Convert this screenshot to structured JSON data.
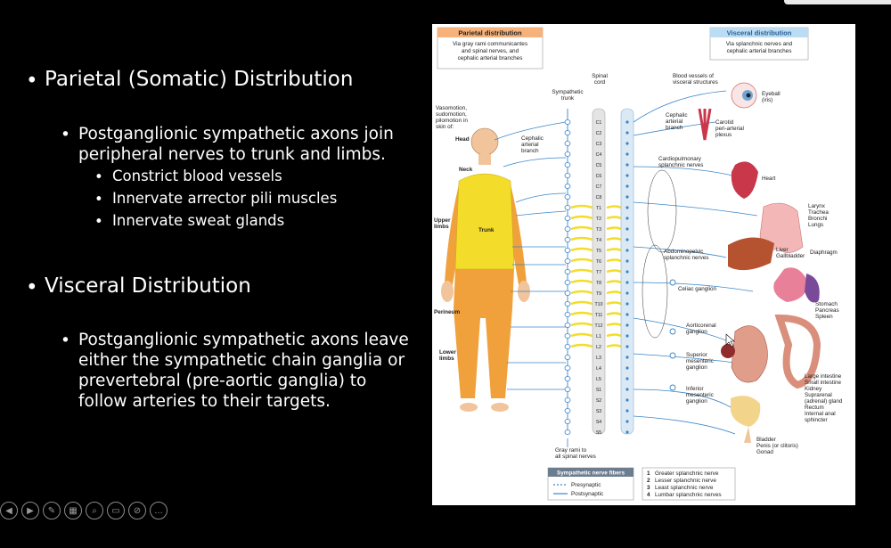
{
  "slide": {
    "bullets": {
      "parietal_title": "Parietal (Somatic) Distribution",
      "parietal_sub": "Postganglionic sympathetic axons join peripheral nerves to trunk and limbs.",
      "parietal_points": [
        "Constrict blood vessels",
        "Innervate arrector pili muscles",
        "Innervate sweat glands"
      ],
      "visceral_title": "Visceral Distribution",
      "visceral_sub": "Postganglionic sympathetic axons leave either the sympathetic chain ganglia or prevertebral (pre-aortic ganglia) to follow arteries to their targets."
    }
  },
  "figure": {
    "parietal_box": {
      "title": "Parietal distribution",
      "text": [
        "Via gray rami communicantes",
        "and spinal nerves, and",
        "cephalic arterial branches"
      ]
    },
    "visceral_box": {
      "title": "Visceral distribution",
      "text": [
        "Via splanchnic nerves and",
        "cephalic arterial branches"
      ]
    },
    "labels": {
      "spinal_cord": [
        "Spinal",
        "cord"
      ],
      "sympathetic_trunk": [
        "Sympathetic",
        "trunk"
      ],
      "vasomotion": [
        "Vasomotion,",
        "sudomotion,",
        "pilomotion in",
        "skin of:"
      ],
      "head": "Head",
      "neck": "Neck",
      "upper_limbs": [
        "Upper",
        "limbs"
      ],
      "trunk": "Trunk",
      "perineum": "Perineum",
      "lower_limbs": [
        "Lower",
        "limbs"
      ],
      "cephalic_branch": [
        "Cephalic",
        "arterial",
        "branch"
      ],
      "gray_rami": [
        "Gray rami to",
        "all spinal nerves"
      ],
      "blood_vessels": [
        "Blood vessels of",
        "visceral structures"
      ],
      "eyeball": [
        "Eyeball",
        "(iris)"
      ],
      "cephalic_branch_r": [
        "Cephalic",
        "arterial",
        "branch"
      ],
      "carotid": [
        "Carotid",
        "peri-arterial",
        "plexus"
      ],
      "cardiopulmonary": [
        "Cardiopulmonary",
        "splanchnic nerves"
      ],
      "heart": "Heart",
      "larynx": [
        "Larynx",
        "Trachea",
        "Bronchi",
        "Lungs"
      ],
      "abdominopelvic": [
        "Abdominopelvic",
        "splanchnic nerves"
      ],
      "liver": [
        "Liver",
        "Gallbladder"
      ],
      "diaphragm": "Diaphragm",
      "celiac": "Celiac ganglion",
      "stomach": [
        "Stomach",
        "Pancreas",
        "Spleen"
      ],
      "aorticorenal": [
        "Aorticorenal",
        "ganglion"
      ],
      "sup_mesenteric": [
        "Superior",
        "mesenteric",
        "ganglion"
      ],
      "inf_mesenteric": [
        "Inferior",
        "mesenteric",
        "ganglion"
      ],
      "large_intestine": [
        "Large intestine",
        "Small intestine",
        "Kidney",
        "Suprarenal",
        "(adrenal) gland",
        "Rectum",
        "Internal anal",
        "sphincter"
      ],
      "bladder": [
        "Bladder",
        "Penis (or clitoris)",
        "Gonad"
      ]
    },
    "segments": [
      "C1",
      "C2",
      "C3",
      "C4",
      "C5",
      "C6",
      "C7",
      "C8",
      "T1",
      "T2",
      "T3",
      "T4",
      "T5",
      "T6",
      "T7",
      "T8",
      "T9",
      "T10",
      "T11",
      "T12",
      "L1",
      "L2",
      "L3",
      "L4",
      "L5",
      "S1",
      "S2",
      "S3",
      "S4",
      "S5"
    ],
    "legend": {
      "title": "Sympathetic nerve fibers",
      "pre": "Presynaptic",
      "post": "Postsynaptic"
    },
    "splanchnic_key": [
      {
        "num": "1",
        "label": "Greater splanchnic nerve"
      },
      {
        "num": "2",
        "label": "Lesser splanchnic nerve"
      },
      {
        "num": "3",
        "label": "Least splanchnic nerve"
      },
      {
        "num": "4",
        "label": "Lumbar splanchnic nerves"
      }
    ],
    "colors": {
      "yellow": "#f3dd2a",
      "orange": "#f0a13c",
      "nerve": "#3a86c8",
      "skin": "#f1c49b",
      "box_orange": "#f6b27a",
      "box_blue": "#bcdcf3"
    }
  },
  "toolbar": {
    "icons": [
      "back-icon",
      "play-icon",
      "pen-icon",
      "slides-icon",
      "zoom-icon",
      "subtitles-icon",
      "camera-off-icon",
      "more-icon"
    ],
    "glyphs": [
      "◀",
      "▶",
      "✎",
      "▦",
      "⌕",
      "▭",
      "⊘",
      "…"
    ]
  }
}
